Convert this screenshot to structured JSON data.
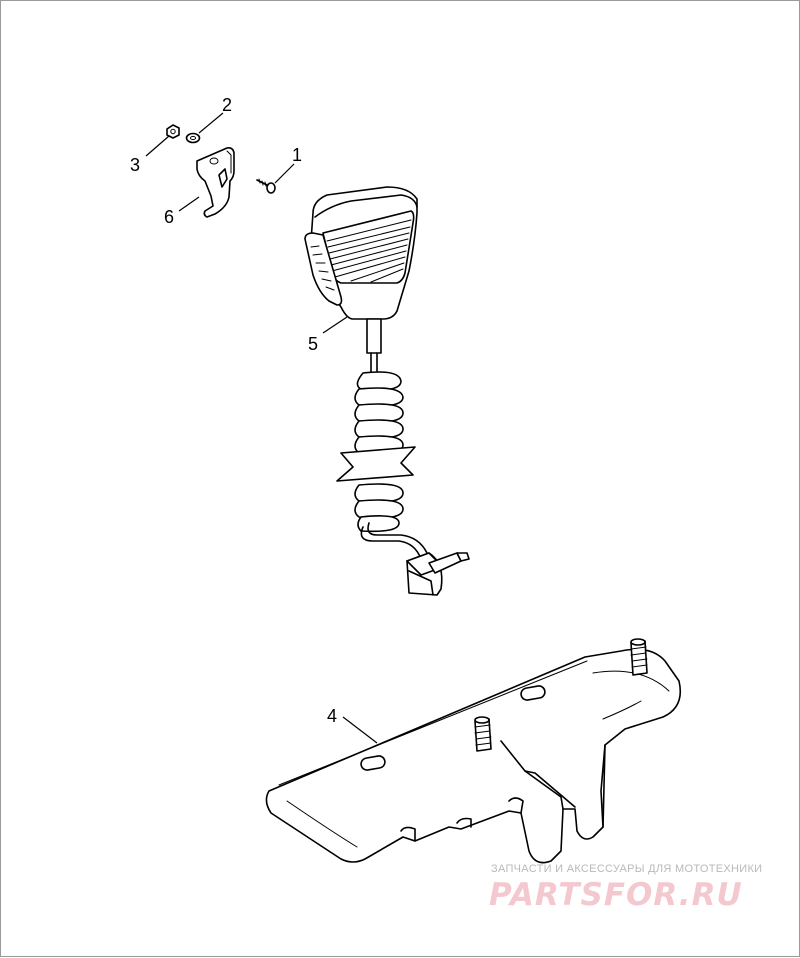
{
  "callouts": [
    {
      "id": "1",
      "label": "1",
      "part": "screw"
    },
    {
      "id": "2",
      "label": "2",
      "part": "washer"
    },
    {
      "id": "3",
      "label": "3",
      "part": "nut"
    },
    {
      "id": "4",
      "label": "4",
      "part": "mounting bracket"
    },
    {
      "id": "5",
      "label": "5",
      "part": "microphone with coiled cord"
    },
    {
      "id": "6",
      "label": "6",
      "part": "microphone clip"
    }
  ],
  "watermark": {
    "caption": "ЗАПЧАСТИ И АКСЕССУАРЫ ДЛЯ МОТОТЕХНИКИ",
    "brand": "PARTSFOR.RU",
    "caption_color": "#b9b9b9",
    "brand_color": "#f3c9cf"
  }
}
